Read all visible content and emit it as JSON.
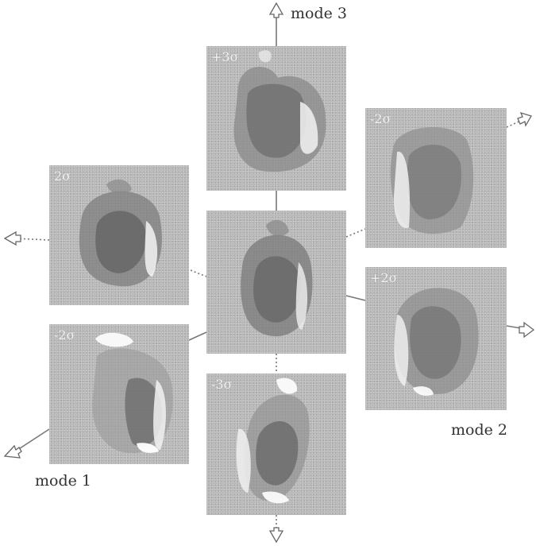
{
  "modes": {
    "mode1": "mode 1",
    "mode2": "mode 2",
    "mode3": "mode 3"
  },
  "panels": {
    "mode3_plus": "+3σ",
    "mode2_minus": "-2σ",
    "mode1_plus": "2σ",
    "mode2_plus": "+2σ",
    "mode1_minus": "-2σ",
    "mode3_minus": "-3σ"
  }
}
